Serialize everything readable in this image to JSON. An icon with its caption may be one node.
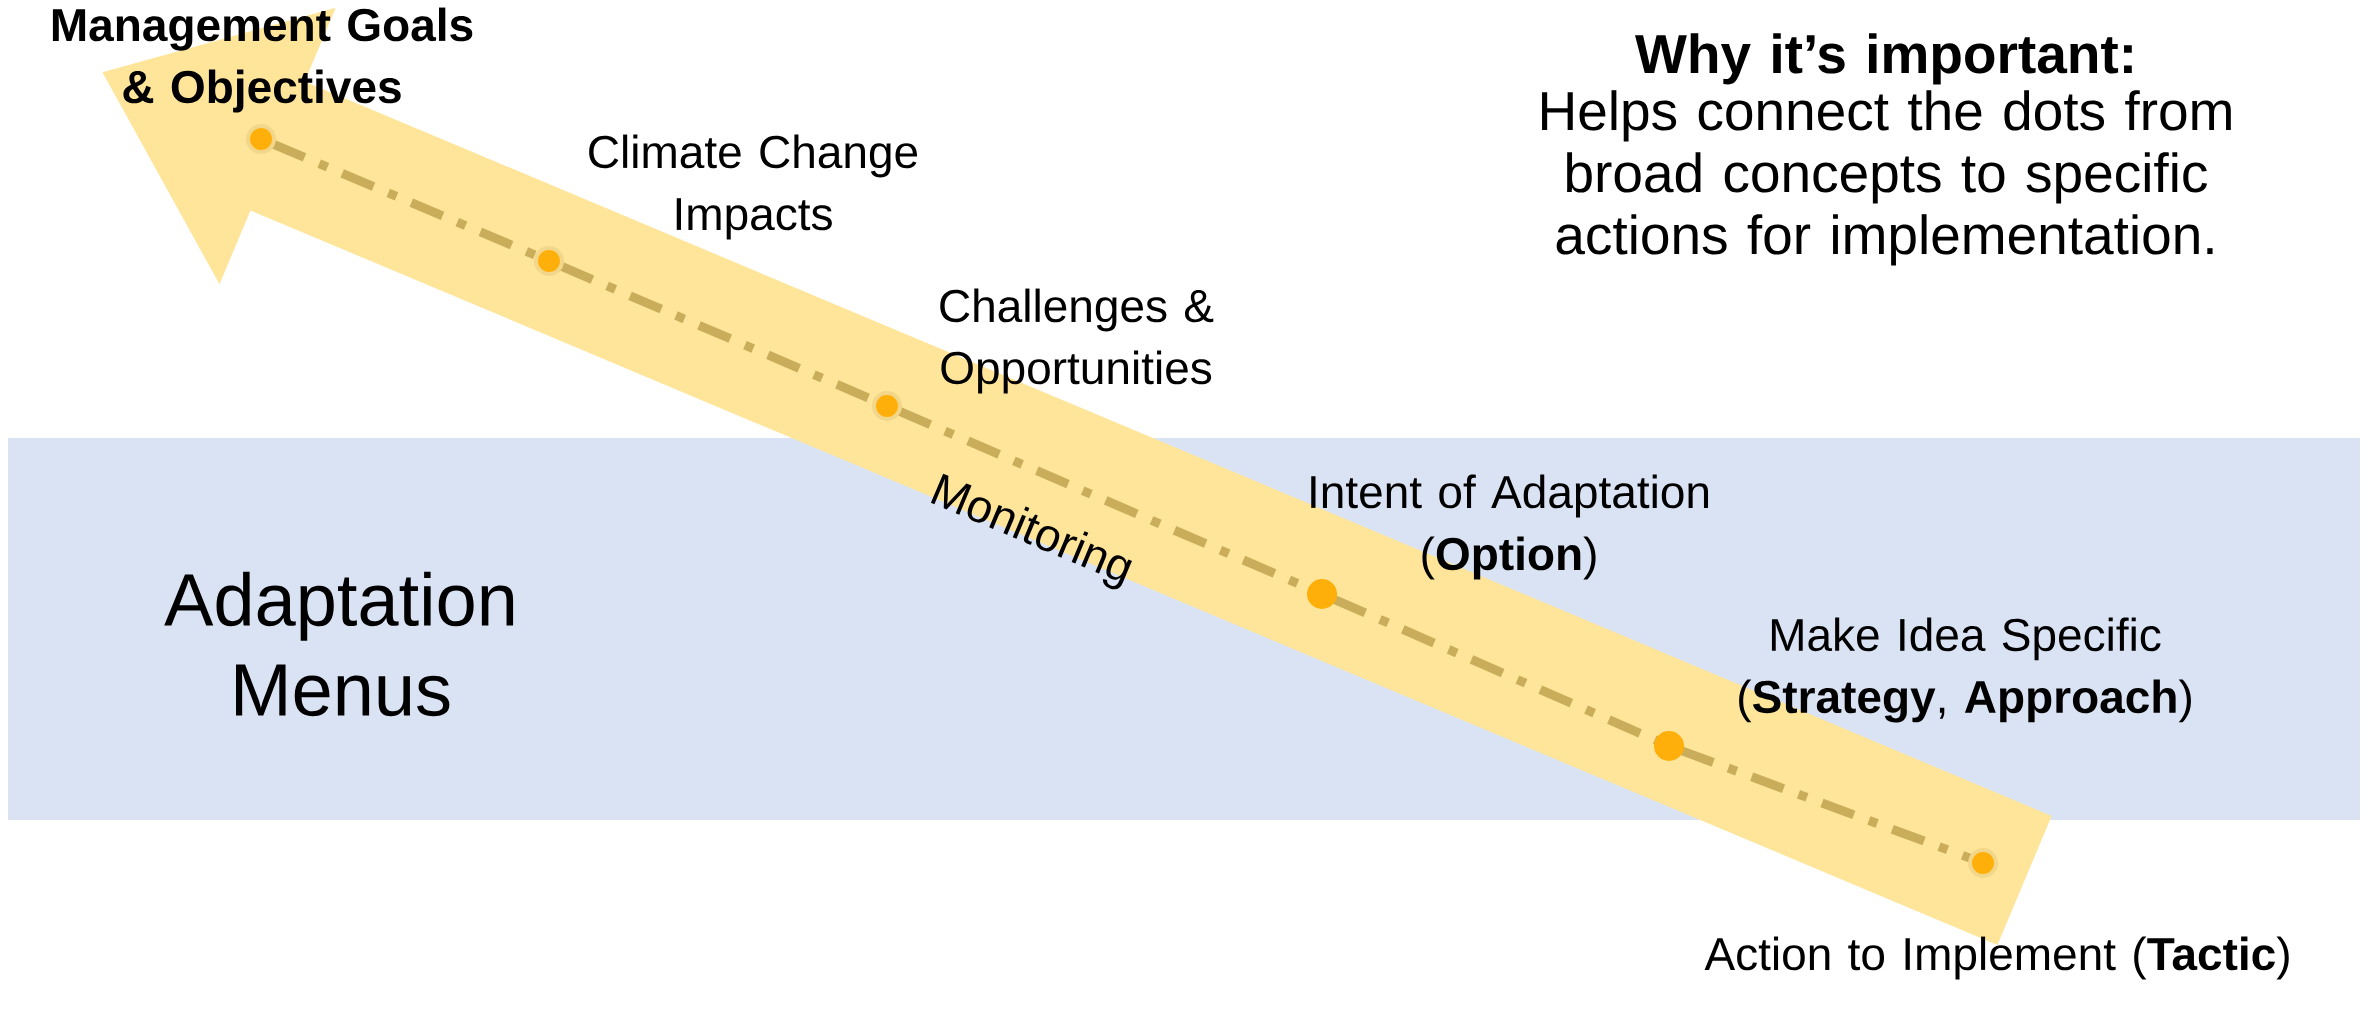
{
  "diagram": {
    "nodes": [
      {
        "text": [
          "Adaptation Menus"
        ]
      },
      {
        "text": [],
        "shape": "circle",
        "beside": [
          "Management Goals & Objectives"
        ]
      },
      {
        "text": [],
        "shape": "circle",
        "beside": [
          "Climate Change Impacts"
        ]
      },
      {
        "text": [],
        "shape": "circle",
        "beside": [
          "Challenges & Opportunities"
        ]
      },
      {
        "text": [],
        "shape": "circle",
        "beside": [
          "Intent of Adaptation (**Option**)"
        ],
        "in": 0
      },
      {
        "text": [],
        "shape": "circle",
        "beside": [
          "Make Idea Specific (**Strategy**, **Approach**)"
        ],
        "in": 0
      },
      {
        "text": [],
        "shape": "circle",
        "beside": [
          "Action to Implement (**Tactic**)"
        ]
      }
    ],
    "edges": [
      {
        "from": 1,
        "to": 2,
        "arrow": "none",
        "style": "dashed"
      },
      {
        "from": 2,
        "to": 3,
        "arrow": "none",
        "style": "dashed"
      },
      {
        "from": 3,
        "to": 4,
        "arrow": "none",
        "style": "dashed"
      },
      {
        "from": 4,
        "to": 5,
        "arrow": "none",
        "style": "dashed"
      },
      {
        "from": 5,
        "to": 6,
        "arrow": "none",
        "style": "dashed"
      }
    ],
    "labels": [
      "Why it’s important:",
      "Helps connect the dots from broad concepts to specific actions for implementation.",
      "Monitoring"
    ]
  }
}
